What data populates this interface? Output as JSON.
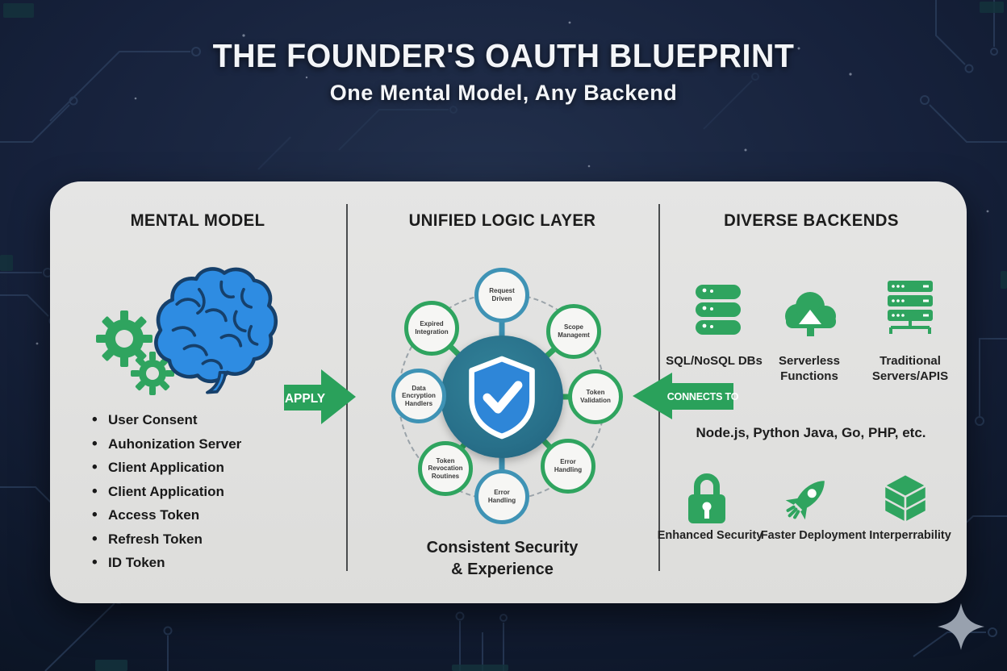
{
  "header": {
    "title": "THE FOUNDER'S OAUTH BLUEPRINT",
    "subtitle": "One Mental Model, Any Backend"
  },
  "mental_model": {
    "heading": "MENTAL MODEL",
    "icon": "brain-gears-icon",
    "items": [
      "User Consent",
      "Auhonization Server",
      "Client Application",
      "Client Application",
      "Access Token",
      "Refresh Token",
      "ID Token"
    ]
  },
  "unified_logic": {
    "heading": "UNIFIED LOGIC LAYER",
    "center_icon": "shield-check-icon",
    "nodes": [
      {
        "label": "Request Driven",
        "ring": "blue"
      },
      {
        "label": "Expired Integration",
        "ring": "green"
      },
      {
        "label": "Scope Managemt",
        "ring": "green"
      },
      {
        "label": "Data Encryption Handlers",
        "ring": "blue"
      },
      {
        "label": "Token Validation",
        "ring": "green"
      },
      {
        "label": "Token Revocation Routines",
        "ring": "green"
      },
      {
        "label": "Error Handling",
        "ring": "blue"
      },
      {
        "label": "Error Handling",
        "ring": "green"
      }
    ],
    "caption_line1": "Consistent Security",
    "caption_line2": "& Experience"
  },
  "diverse_backends": {
    "heading": "DIVERSE BACKENDS",
    "row1": [
      {
        "icon": "database-icon",
        "label": "SQL/NoSQL DBs"
      },
      {
        "icon": "cloud-upload-icon",
        "label": "Serverless Functions"
      },
      {
        "icon": "server-rack-icon",
        "label": "Traditional Servers/APIS"
      }
    ],
    "languages": "Node.js, Python Java, Go, PHP, etc.",
    "row2": [
      {
        "icon": "lock-icon",
        "label": "Enhanced Security"
      },
      {
        "icon": "rocket-icon",
        "label": "Faster Deployment"
      },
      {
        "icon": "cube-icon",
        "label": "Interperrability"
      }
    ]
  },
  "arrows": {
    "apply": "APPLY",
    "connects": "CONNECTS TO"
  },
  "colors": {
    "background_navy": "#121d33",
    "card_bg": "#e0e0de",
    "accent_green": "#2aa15b",
    "brain_blue": "#2e8ce2",
    "hub_teal": "#2a7790",
    "node_blue_ring": "#3f93b5",
    "node_green_ring": "#2fa45f",
    "circuit_line": "#324767"
  }
}
